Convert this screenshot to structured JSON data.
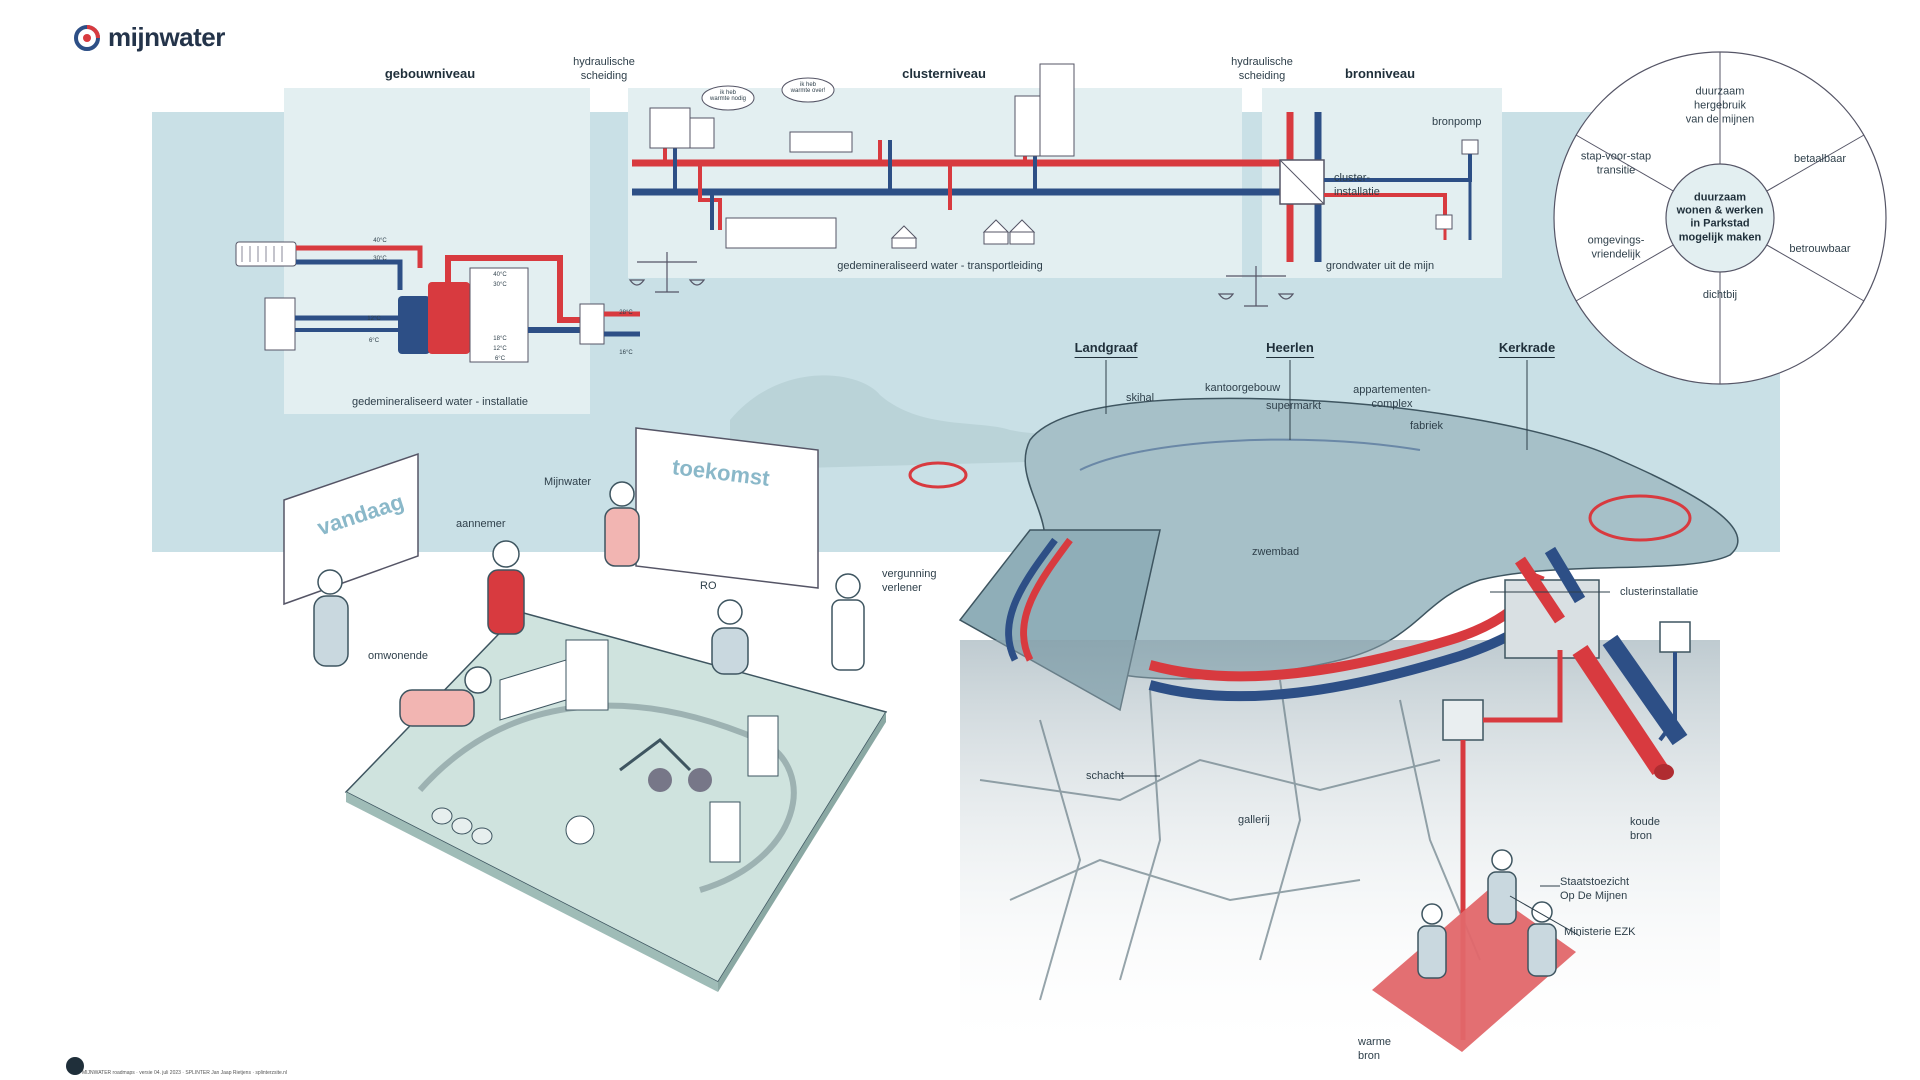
{
  "brand": {
    "name": "mijnwater",
    "colors": {
      "red": "#d83a3f",
      "blue": "#2d4f86",
      "teal_bg": "#c9e0e6",
      "panel": "#e3eff1",
      "dark": "#24344a",
      "coral": "#e2676a"
    }
  },
  "levels": {
    "building": "gebouwniveau",
    "cluster": "clusterniveau",
    "source": "bronniveau",
    "separation_left": "hydraulische\nscheiding",
    "separation_right": "hydraulische\nscheiding"
  },
  "pipeline_labels": {
    "building_install": "gedemineraliseerd water - installatie",
    "transport": "gedemineraliseerd water - transportleiding",
    "groundwater": "grondwater uit de mijn",
    "bronpomp": "bronpomp",
    "cluster_install": "cluster-\ninstallatie"
  },
  "speech": {
    "need": "ik heb\nwarmte nodig",
    "surplus": "ik heb\nwarmte over!"
  },
  "temperatures": [
    "40°C",
    "30°C",
    "12°C",
    "6°C",
    "40°C",
    "30°C",
    "18°C",
    "12°C",
    "6°C",
    "28°C",
    "16°C"
  ],
  "wheel": {
    "center": "duurzaam\nwonen & werken\nin Parkstad\nmogelijk maken",
    "segments": [
      "duurzaam\nhergebruik\nvan de mijnen",
      "betaalbaar",
      "betrouwbaar",
      "dichtbij",
      "omgevings-\nvriendelijk",
      "stap-voor-stap\ntransitie"
    ]
  },
  "cities": [
    "Landgraaf",
    "Heerlen",
    "Kerkrade"
  ],
  "map_labels": {
    "skihal": "skihal",
    "kantoorgebouw": "kantoorgebouw",
    "supermarkt": "supermarkt",
    "appartementen": "appartementen-\ncomplex",
    "fabriek": "fabriek",
    "zwembad": "zwembad",
    "clusterinstallatie": "clusterinstallatie",
    "schacht": "schacht",
    "gallerij": "gallerij",
    "koude_bron": "koude\nbron",
    "warme_bron": "warme\nbron",
    "sodm": "Staatstoezicht\nOp De Mijnen",
    "ezk": "Ministerie EZK"
  },
  "people": {
    "mijnwater": "Mijnwater",
    "aannemer": "aannemer",
    "ro": "RO",
    "vergunning": "vergunning\nverlener",
    "omwonende": "omwonende"
  },
  "boards": {
    "today": "vandaag",
    "future": "toekomst"
  },
  "credit": "MIJNWATER roadmaps · versie 04. juli 2023 · SPLINTER Jan Jaap Rietjens · splinterzsite.nl"
}
